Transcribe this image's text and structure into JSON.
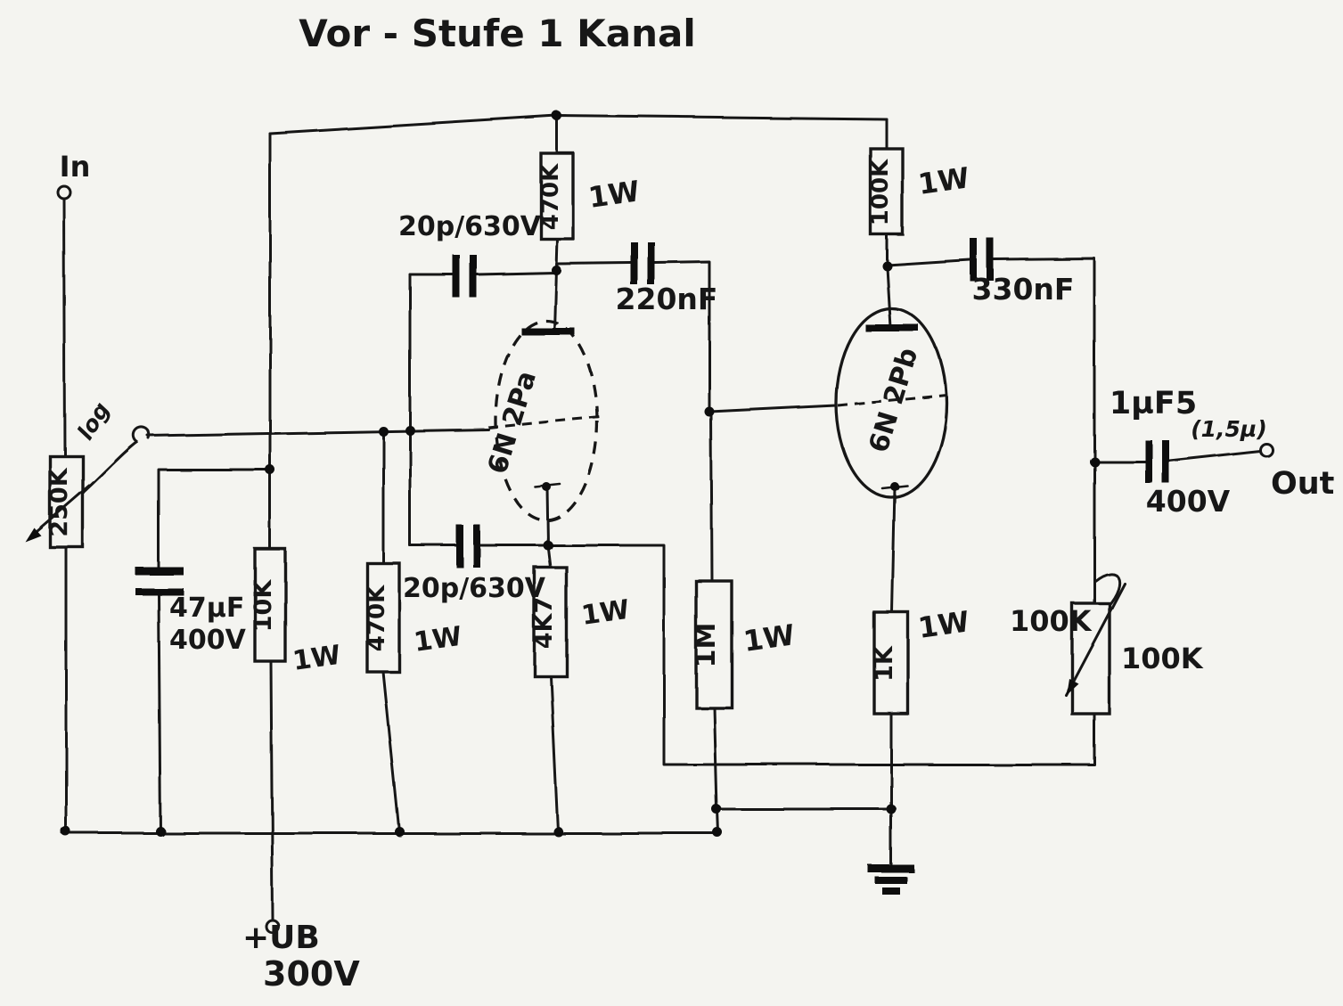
{
  "title": "Vor - Stufe  1 Kanal",
  "io": {
    "input": "In",
    "output": "Out"
  },
  "power": {
    "label": "+UB",
    "voltage": "300V"
  },
  "components": {
    "volume_pot": {
      "value": "250K",
      "taper": "log"
    },
    "supply_filter_cap": {
      "value": "47µF",
      "voltage": "400V"
    },
    "supply_filter_resistor": {
      "value": "10K",
      "power": "1W"
    },
    "plate_resistor_a": {
      "value": "470K",
      "power": "1W"
    },
    "grid_resistor_a": {
      "value": "470K",
      "power": "1W"
    },
    "compensation_cap_top": {
      "value": "20p/630V"
    },
    "compensation_cap_bottom": {
      "value": "20p/630V"
    },
    "cathode_resistor_a": {
      "value": "4K7",
      "power": "1W"
    },
    "coupling_cap": {
      "value": "220nF"
    },
    "grid_resistor_b": {
      "value": "1M",
      "power": "1W"
    },
    "tube_a": {
      "label": "6N 2Pa"
    },
    "tube_b": {
      "label": "6N 2Pb"
    },
    "plate_resistor_b": {
      "value": "100K",
      "power": "1W"
    },
    "cathode_resistor_b": {
      "value": "1K",
      "power": "1W"
    },
    "interstage_cap": {
      "value": "330nF"
    },
    "feedback_pot": {
      "value_left": "100K",
      "value_right": "100K"
    },
    "output_cap": {
      "value": "1µF5",
      "alt": "(1,5µ)",
      "voltage": "400V"
    }
  }
}
